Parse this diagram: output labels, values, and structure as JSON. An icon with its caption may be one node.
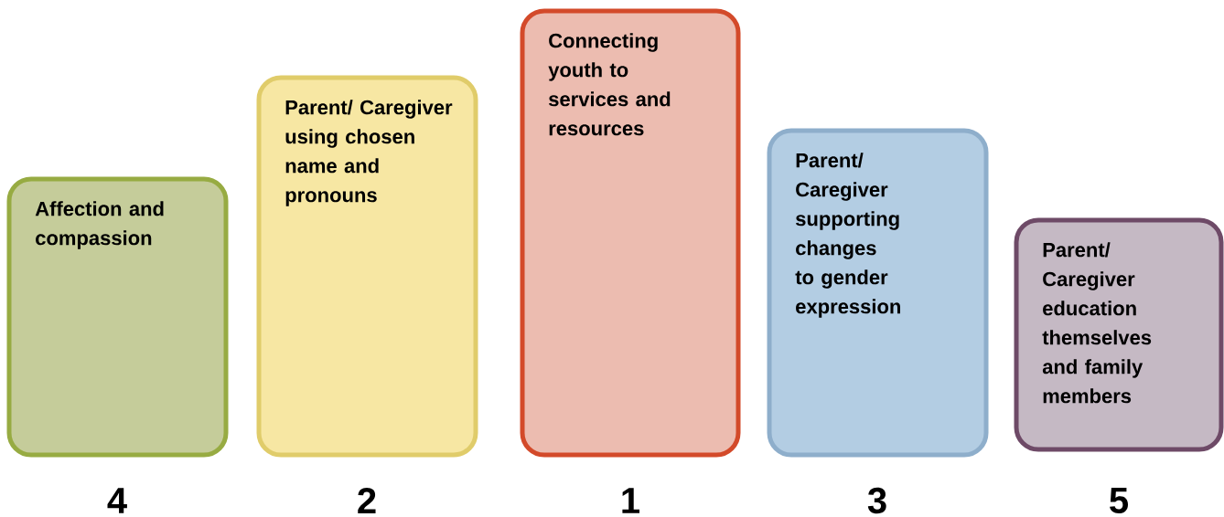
{
  "diagram": {
    "nodes": [
      {
        "text": [
          "Affection and compassion"
        ],
        "beside": [
          "4"
        ]
      },
      {
        "text": [
          "Parent/ Caregiver using chosen name and pronouns"
        ],
        "beside": [
          "2"
        ]
      },
      {
        "text": [
          "Connecting youth to services and resources"
        ],
        "beside": [
          "1"
        ]
      },
      {
        "text": [
          "Parent/ Caregiver supporting changes to gender expression"
        ],
        "beside": [
          "3"
        ]
      },
      {
        "text": [
          "Parent/ Caregiver education themselves and family members"
        ],
        "beside": [
          "5"
        ]
      }
    ]
  }
}
